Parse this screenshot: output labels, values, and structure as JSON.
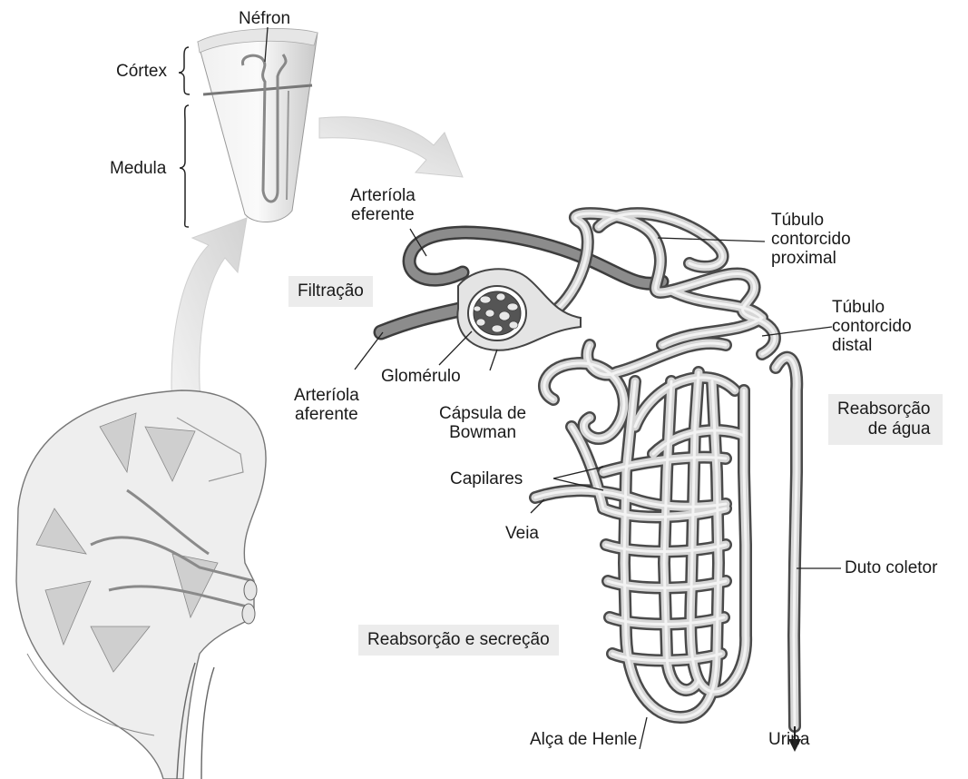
{
  "labels": {
    "nefron": "Néfron",
    "cortex": "Córtex",
    "medula": "Medula",
    "arteriola_eferente": [
      "Arteríola",
      "eferente"
    ],
    "tubulo_proximal": [
      "Túbulo",
      "contorcido",
      "proximal"
    ],
    "filtracao": "Filtração",
    "tubulo_distal": [
      "Túbulo",
      "contorcido",
      "distal"
    ],
    "arteriola_aferente": [
      "Arteríola",
      "aferente"
    ],
    "glomerulo": "Glomérulo",
    "capsula_bowman": [
      "Cápsula de",
      "Bowman"
    ],
    "reabsorcao_agua": [
      "Reabsorção",
      "de água"
    ],
    "capilares": "Capilares",
    "veia": "Veia",
    "duto_coletor": "Duto coletor",
    "reabsorcao_secrecao": "Reabsorção e secreção",
    "alca_henle": "Alça de Henle",
    "urina": "Urina"
  },
  "colors": {
    "tube_outline": "#4a4a4a",
    "tube_fill": "#d6d6d6",
    "artery_fill": "#8c8c8c",
    "label_box": "#ececec",
    "arrow_fill": "#e2e2e2"
  }
}
